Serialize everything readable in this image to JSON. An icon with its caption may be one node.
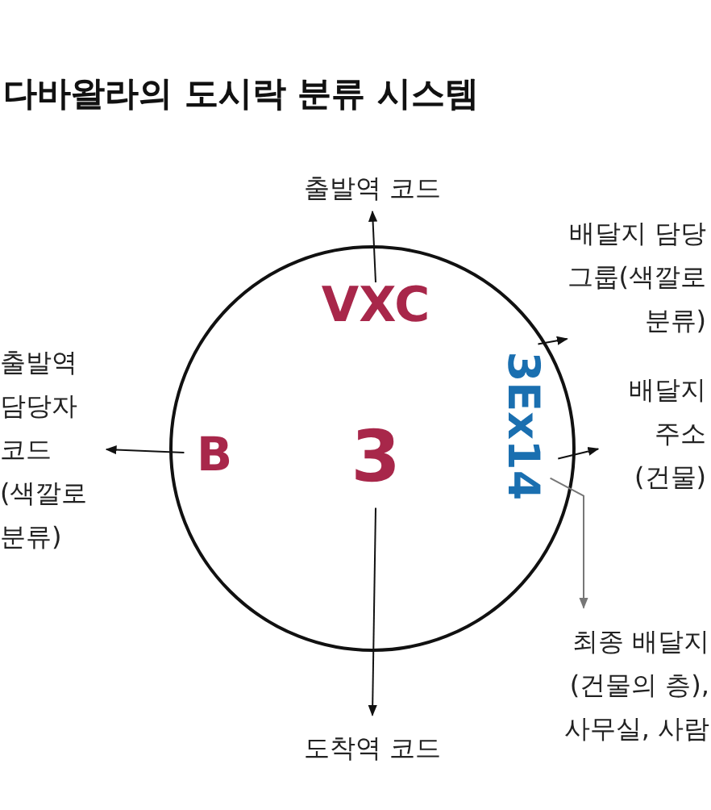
{
  "diagram": {
    "title": "다바왈라의 도시락 분류 시스템",
    "nodes": [
      {
        "text": [],
        "shape": "circle"
      },
      {
        "text": [
          "VXC"
        ],
        "in": 0
      },
      {
        "text": [
          "B"
        ],
        "in": 0
      },
      {
        "text": [
          "3"
        ],
        "in": 0
      },
      {
        "text": [
          "3Ex14"
        ],
        "in": 0
      },
      {
        "text": [
          "출발역 코드"
        ]
      },
      {
        "text": [
          "배달지 담당 그룹(색깔로 분류)"
        ]
      },
      {
        "text": [
          "출발역 담당자 코드 (색깔로 분류)"
        ]
      },
      {
        "text": [
          "배달지 주소 (건물)"
        ]
      },
      {
        "text": [
          "최종 배달지 (건물의 층), 사무실, 사람"
        ]
      },
      {
        "text": [
          "도착역 코드"
        ]
      }
    ],
    "edges": [
      {
        "from": 1,
        "to": 5,
        "arrow": "to"
      },
      {
        "from": 4,
        "to": 6,
        "arrow": "to"
      },
      {
        "from": 2,
        "to": 7,
        "arrow": "to"
      },
      {
        "from": 4,
        "to": 8,
        "arrow": "to"
      },
      {
        "from": 4,
        "to": 9,
        "arrow": "to",
        "color": "#777777"
      },
      {
        "from": 3,
        "to": 10,
        "arrow": "to"
      }
    ]
  }
}
